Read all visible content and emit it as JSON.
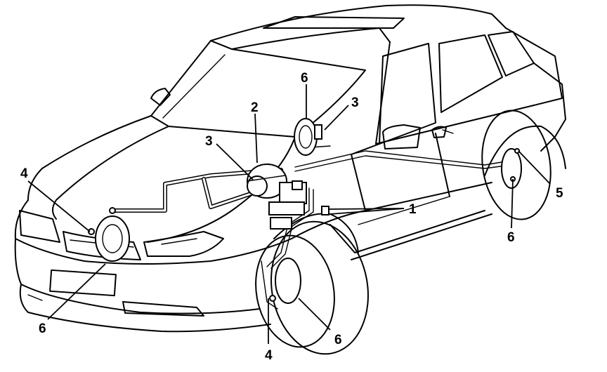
{
  "callouts": {
    "c1": "1",
    "c2": "2",
    "c3_hood": "3",
    "c3_rear": "3",
    "c4_front": "4",
    "c4_bottom": "4",
    "c5": "5",
    "c6_top": "6",
    "c6_front": "6",
    "c6_bottom": "6",
    "c6_rear": "6"
  }
}
